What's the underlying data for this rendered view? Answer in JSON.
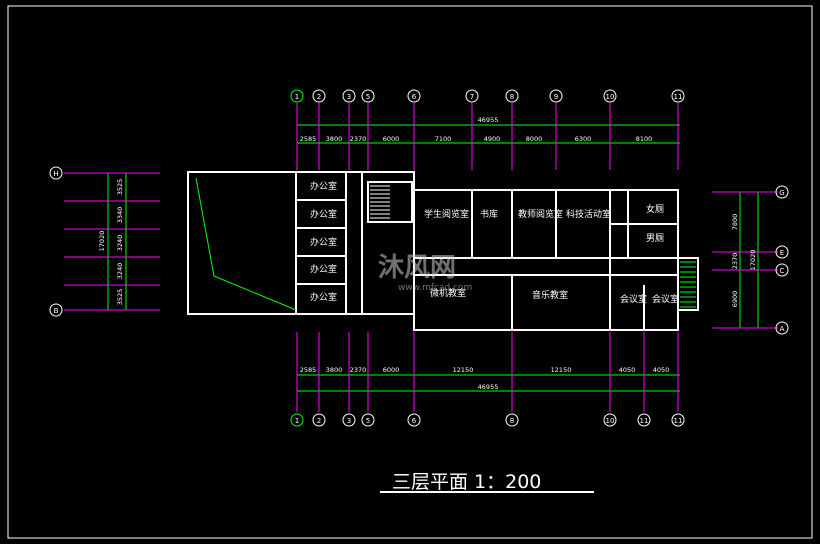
{
  "title": "三层平面  1：200",
  "watermark": {
    "text": "沐风网",
    "url": "www.mfcad.com"
  },
  "axes_top": [
    "1",
    "2",
    "3",
    "5",
    "6",
    "7",
    "8",
    "9",
    "10",
    "11"
  ],
  "axes_bottom": [
    "1",
    "2",
    "3",
    "5",
    "6",
    "8",
    "10",
    "11",
    "11"
  ],
  "axes_left": [
    "H",
    "B"
  ],
  "axes_right": [
    "G",
    "E",
    "C",
    "A"
  ],
  "dims_top_total": "46955",
  "dims_top": [
    "2585",
    "3800",
    "2370",
    "6000",
    "7100",
    "4900",
    "8000",
    "6300",
    "8100"
  ],
  "dims_bottom": [
    "2585",
    "3800",
    "2370",
    "6000",
    "12150",
    "12150",
    "4050",
    "4050"
  ],
  "dims_bottom_total": "46955",
  "dims_left_total": "17020",
  "dims_left": [
    "3525",
    "3340",
    "3240",
    "3240",
    "3525"
  ],
  "dims_right": [
    "7800",
    "2370",
    "6900"
  ],
  "dims_right_total": "17020",
  "rooms": {
    "office": "办公室",
    "reading": "学生阅览室",
    "library": "书库",
    "teacher_reading": "教师阅览室",
    "science": "科技活动室",
    "female_wc": "女厕",
    "male_wc": "男厕",
    "computer": "微机教室",
    "music": "音乐教室",
    "meeting": "会议室"
  },
  "colors": {
    "line": "#ffffff",
    "grid": "#ff00ff",
    "dim": "#00ff00",
    "axis_text": "#ffffff",
    "title": "#ffffff"
  }
}
